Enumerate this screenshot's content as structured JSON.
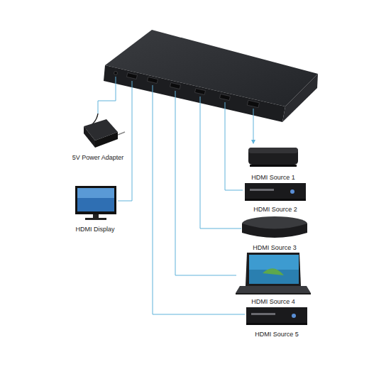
{
  "diagram": {
    "labels": [
      "5V Power Adapter",
      "HDMI Display",
      "HDMI Source 1",
      "HDMI Source 2",
      "HDMI Source 3",
      "HDMI Source 4",
      "HDMI Source 5"
    ]
  }
}
